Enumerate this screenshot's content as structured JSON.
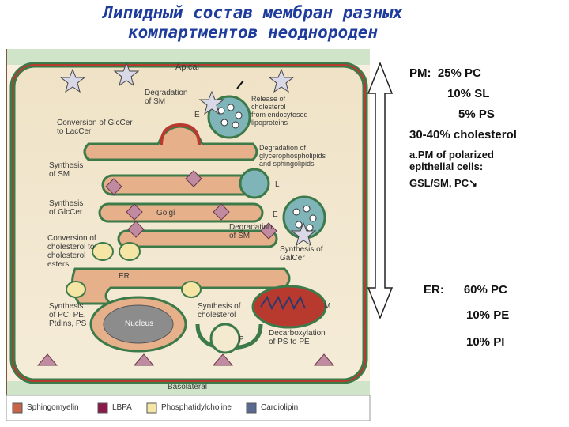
{
  "title": {
    "line1": "Липидный состав мембран разных",
    "line2": "компартментов неоднороден"
  },
  "diagram_labels": {
    "apical": "Apical",
    "basolateral": "Basolateral",
    "degradation_sm_top": "Degradation\nof SM",
    "release_cholesterol": "Release of\ncholesterol\nfrom endocytosed\nlipoproteins",
    "conversion_glccer": "Conversion of GlcCer\nto LacCer",
    "degradation_glycero": "Degradation of\nglycerophospholipids\nand sphingolipids",
    "synthesis_sm": "Synthesis\nof SM",
    "synthesis_glccer": "Synthesis\nof GlcCer",
    "golgi": "Golgi",
    "degradation_sm_mid": "Degradation\nof SM",
    "conversion_cholesterol": "Conversion of\ncholesterol to\ncholesterol\nesters",
    "synthesis_galcer": "Synthesis of\nGalCer",
    "er": "ER",
    "synthesis_pc": "Synthesis\nof PC, PE,\nPtdIns, PS",
    "nucleus": "Nucleus",
    "synthesis_cholesterol": "Synthesis of\ncholesterol",
    "decarboxylation": "Decarboxylation\nof PS to PE",
    "e1": "E",
    "e2": "E",
    "l": "L",
    "m": "M",
    "p": "P"
  },
  "legend": [
    {
      "label": "Sphingomyelin",
      "color": "#c8644a"
    },
    {
      "label": "LBPA",
      "color": "#8a1a4a"
    },
    {
      "label": "Phosphatidylcholine",
      "color": "#f5e6a6"
    },
    {
      "label": "Cardiolipin",
      "color": "#5a6a90"
    }
  ],
  "right_text": {
    "pm_lines": [
      "PM:  25% PC",
      "10% SL",
      "5% PS",
      "30-40% cholesterol"
    ],
    "apm_lines": [
      "a.PM of polarized",
      "epithelial cells:",
      "GSL/SM, PC↘"
    ],
    "er_lines": [
      "ER:      60% PC",
      "10% PE",
      "10% PI"
    ]
  },
  "colors": {
    "title": "#1e3c9c",
    "membrane_green": "#3d7a4a",
    "membrane_red": "#b83a2e",
    "organelle_fill": "#e6b08a",
    "cytoplasm": "#f0e4cc"
  }
}
